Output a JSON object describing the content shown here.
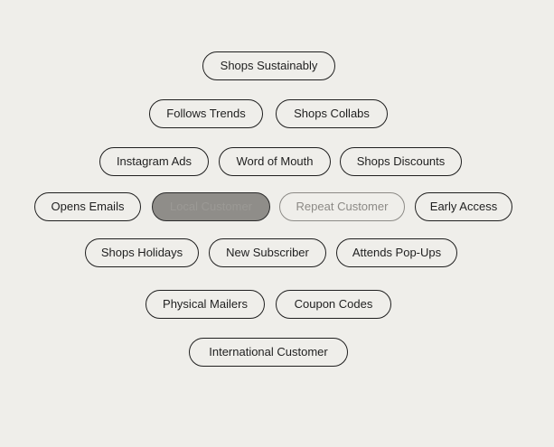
{
  "tags": {
    "row1": [
      "Shops Sustainably"
    ],
    "row2": [
      "Follows Trends",
      "Shops Collabs"
    ],
    "row3": [
      "Instagram Ads",
      "Word of Mouth",
      "Shops Discounts"
    ],
    "row4": [
      "Opens Emails",
      "Local Customer",
      "Repeat Customer",
      "Early Access"
    ],
    "row5": [
      "Shops Holidays",
      "New Subscriber",
      "Attends Pop-Ups"
    ],
    "row6": [
      "Physical Mailers",
      "Coupon Codes"
    ],
    "row7": [
      "International Customer"
    ]
  },
  "states": {
    "selected": "Local Customer",
    "muted": "Repeat Customer"
  },
  "colors": {
    "background": "#efeeea",
    "border": "#1f1f1f",
    "selected_fill": "#8f8d89",
    "muted_text": "#8c8a86"
  }
}
